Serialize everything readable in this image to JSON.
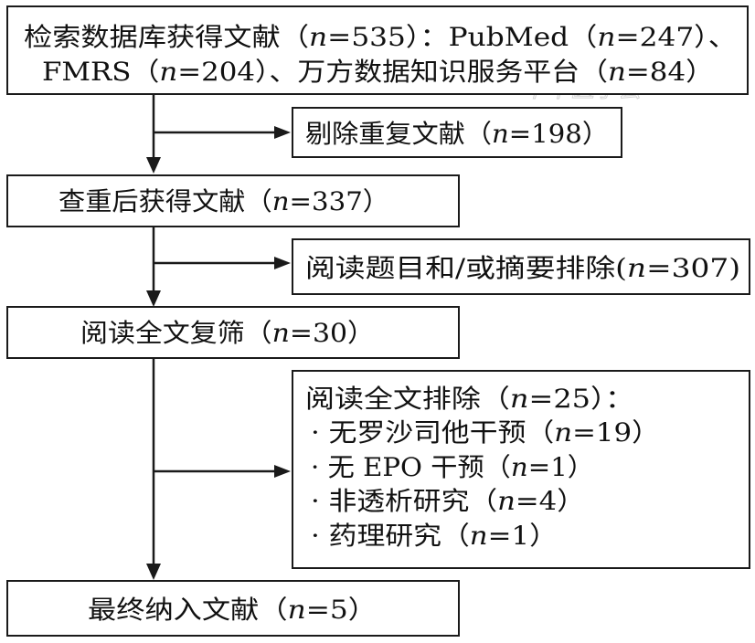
{
  "flowchart": {
    "step1": {
      "line1": {
        "pre": "检索数据库获得文献（",
        "n": "n",
        "post": "=535）：PubMed（",
        "n2": "n",
        "post2": "=247）、"
      },
      "line2": {
        "pre": "FMRS（",
        "n": "n",
        "post": "=204）、万方数据知识服务平台（",
        "n2": "n",
        "post2": "=84）"
      }
    },
    "excl1": {
      "pre": "剔除重复文献（",
      "n": "n",
      "post": "=198）"
    },
    "step2": {
      "pre": "查重后获得文献（",
      "n": "n",
      "post": "=337）"
    },
    "excl2": {
      "pre": "阅读题目和/或摘要排除(",
      "n": "n",
      "post": "=307)"
    },
    "step3": {
      "pre": "阅读全文复筛（",
      "n": "n",
      "post": "=30）"
    },
    "excl3": {
      "header": {
        "pre": "阅读全文排除（",
        "n": "n",
        "post": "=25）："
      },
      "items": [
        {
          "pre": "· 无罗沙司他干预（",
          "n": "n",
          "post": "=19）"
        },
        {
          "pre": "· 无 EPO 干预（",
          "n": "n",
          "post": "=1）"
        },
        {
          "pre": "· 非透析研究（",
          "n": "n",
          "post": "=4）"
        },
        {
          "pre": "· 药理研究（",
          "n": "n",
          "post": "=1）"
        }
      ]
    },
    "step4": {
      "pre": "最终纳入文献（",
      "n": "n",
      "post": "=5）"
    }
  },
  "watermark": {
    "text": "中华医学会"
  },
  "colors": {
    "line": "#1a1a1a",
    "text": "#111111",
    "background": "#ffffff",
    "watermark": "#d4d4d4"
  }
}
